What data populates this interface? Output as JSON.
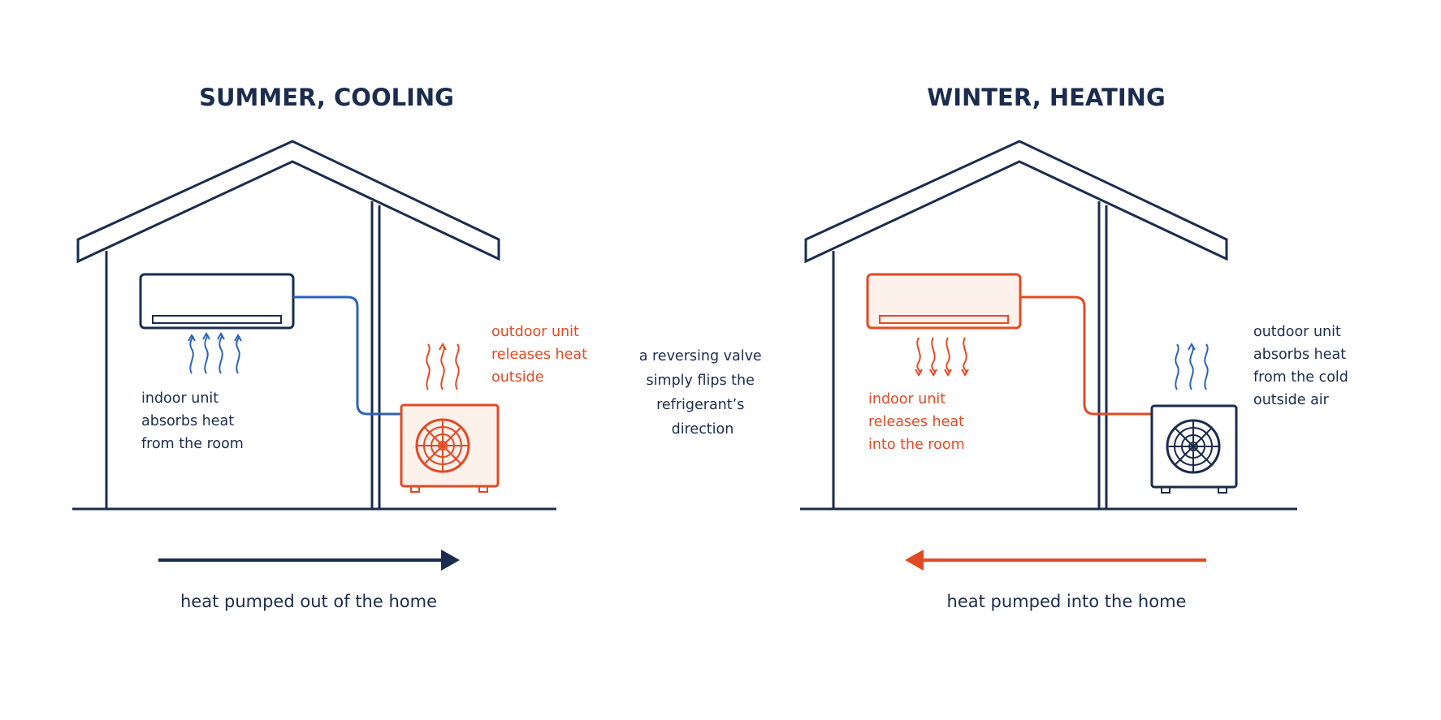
{
  "colors": {
    "navy": "#1b2c4e",
    "orange": "#e24a24",
    "blue": "#2e63b6",
    "unit_fill_orange": "#fdf1ec"
  },
  "left_panel": {
    "title": "SUMMER, COOLING",
    "indoor_label": [
      "indoor unit",
      "absorbs heat",
      "from the room"
    ],
    "outdoor_label": [
      "outdoor unit",
      "releases heat",
      "outside"
    ],
    "caption": "heat pumped out of the home",
    "arrow_direction": "right"
  },
  "right_panel": {
    "title": "WINTER, HEATING",
    "indoor_label": [
      "indoor unit",
      "releases heat",
      "into the room"
    ],
    "outdoor_label": [
      "outdoor unit",
      "absorbs heat",
      "from the cold",
      "outside air"
    ],
    "caption": "heat pumped into the home",
    "arrow_direction": "left"
  },
  "center_note": [
    "a reversing valve",
    "simply flips the",
    "refrigerant’s",
    "direction"
  ],
  "icons": {
    "house": "house-outline-icon",
    "indoor_unit": "wall-ac-unit-icon",
    "outdoor_unit": "outdoor-fan-unit-icon",
    "heat_waves": "heat-wave-icon",
    "arrow": "arrow-icon"
  }
}
